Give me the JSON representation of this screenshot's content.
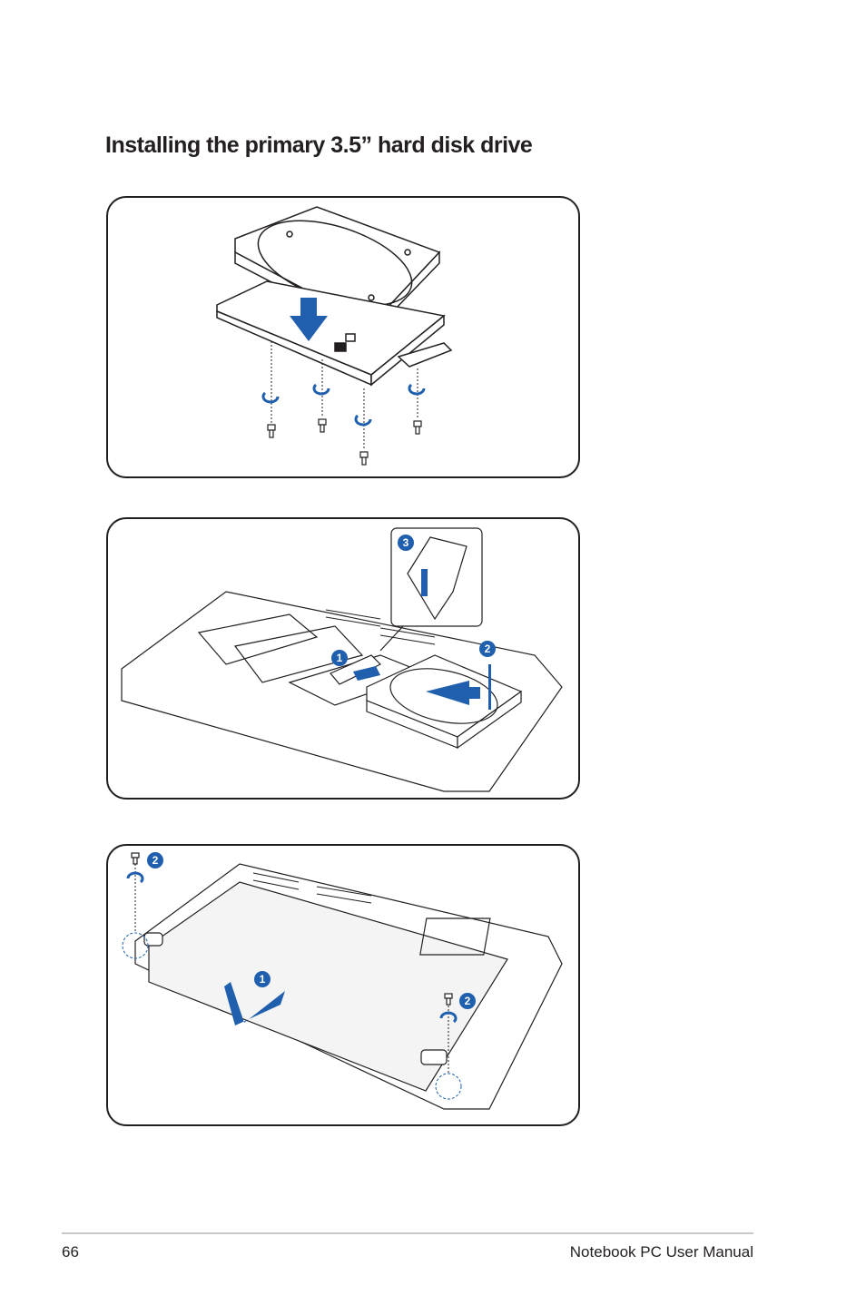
{
  "page": {
    "title": "Installing the primary 3.5” hard disk drive",
    "page_number": "66",
    "doc_name": "Notebook PC User Manual"
  },
  "figures": {
    "step_badges": [
      "1",
      "2",
      "3"
    ],
    "accent_color": "#1f5fae"
  }
}
